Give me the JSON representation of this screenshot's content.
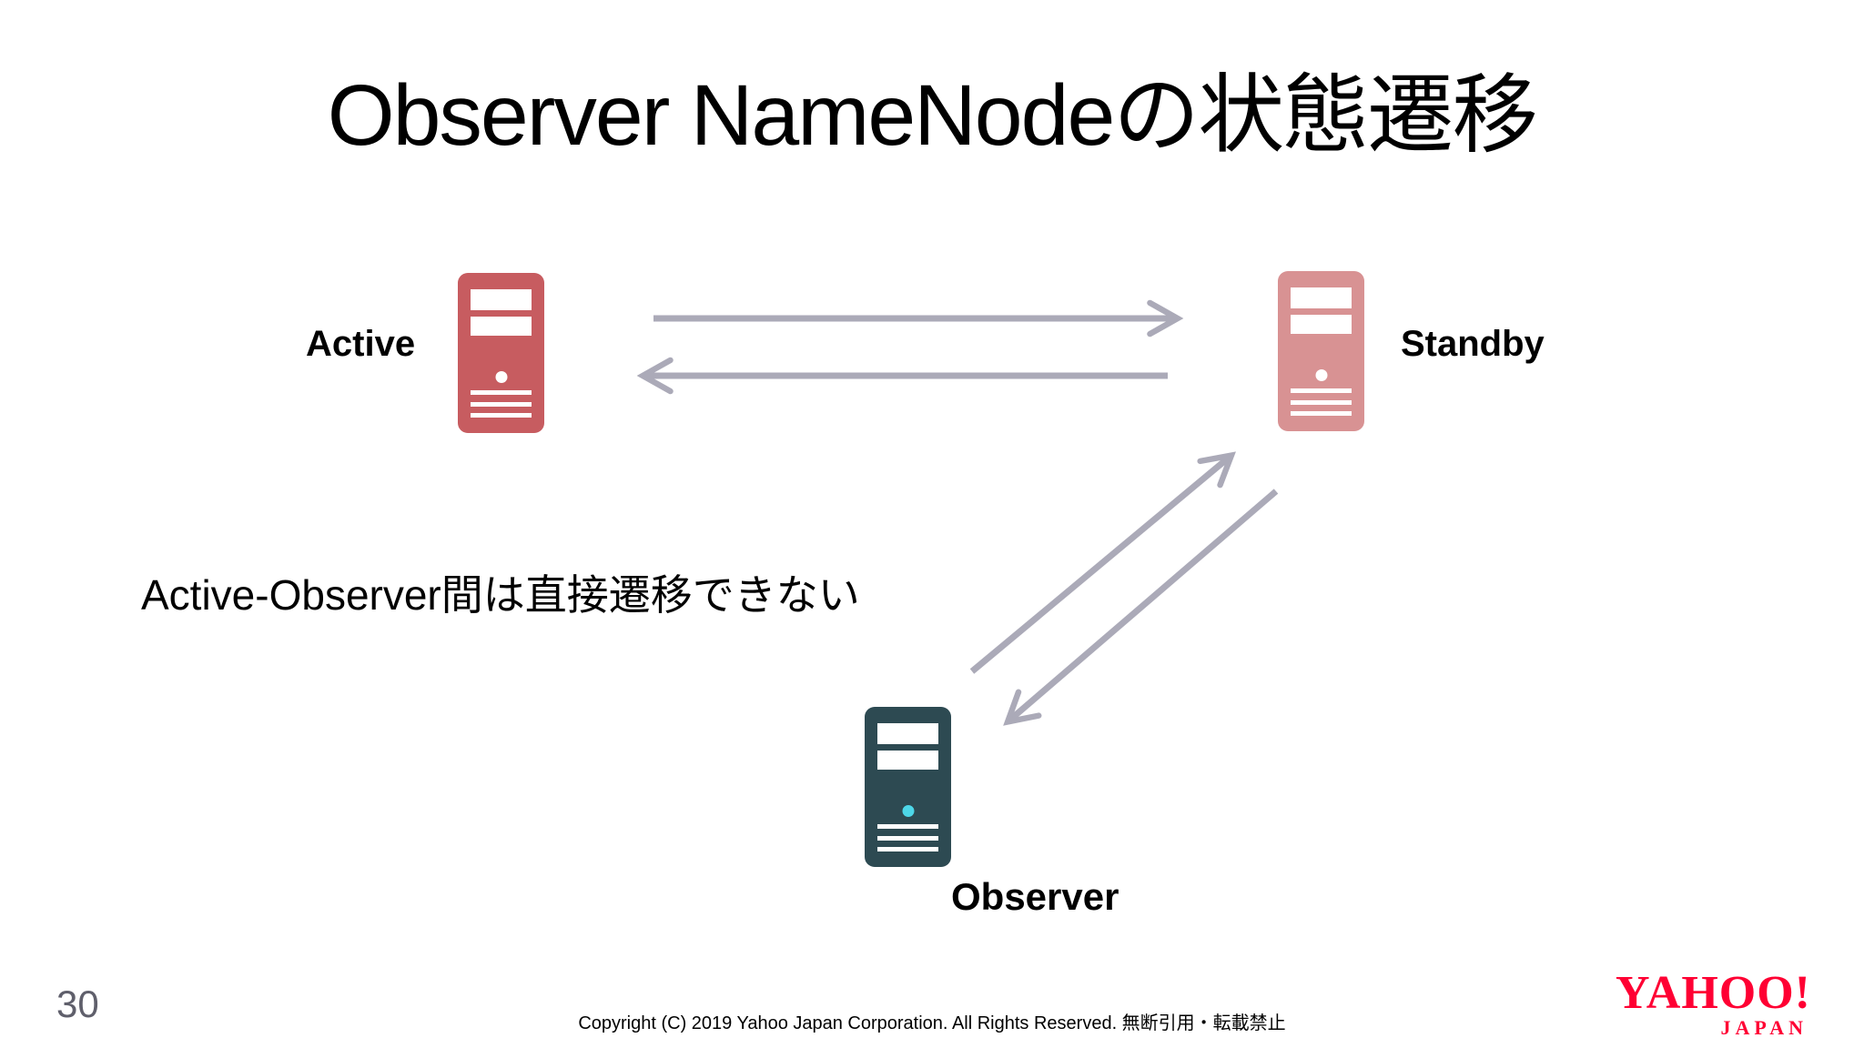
{
  "slide": {
    "title": "Observer NameNodeの状態遷移",
    "annotation": "Active-Observer間は直接遷移できない",
    "page_number": "30",
    "copyright": "Copyright (C) 2019 Yahoo Japan Corporation. All Rights Reserved. 無断引用・転載禁止"
  },
  "nodes": {
    "active": {
      "label": "Active"
    },
    "standby": {
      "label": "Standby"
    },
    "observer": {
      "label": "Observer"
    }
  },
  "diagram": {
    "transitions": [
      {
        "from": "Active",
        "to": "Standby"
      },
      {
        "from": "Standby",
        "to": "Active"
      },
      {
        "from": "Observer",
        "to": "Standby"
      },
      {
        "from": "Standby",
        "to": "Observer"
      }
    ]
  },
  "icons": {
    "active": "server-tower-icon",
    "standby": "server-tower-icon",
    "observer": "server-tower-icon"
  },
  "logo": {
    "main": "YAHOO!",
    "sub": "JAPAN"
  },
  "colors": {
    "active_server": "#c75c60",
    "standby_server": "#d89293",
    "observer_server": "#2d4a52",
    "observer_led": "#4dd7e8",
    "server_detail": "#ffffff",
    "arrow": "#abaab8",
    "title_text": "#000000",
    "page_number": "#5f5f6b",
    "yahoo_red": "#ff0033"
  }
}
